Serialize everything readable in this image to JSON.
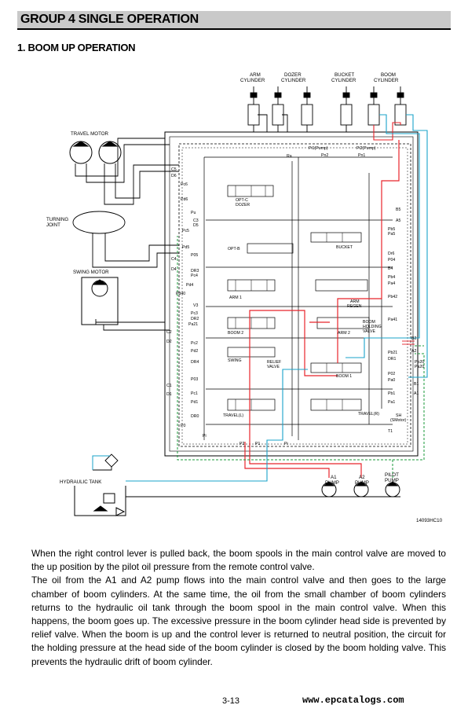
{
  "header": {
    "group_title": "GROUP  4  SINGLE OPERATION",
    "section_title": "1. BOOM UP OPERATION"
  },
  "diagram": {
    "labels": {
      "arm_cylinder": [
        "ARM",
        "CYLINDER"
      ],
      "dozer_cylinder": [
        "DOZER",
        "CYLINDER"
      ],
      "bucket_cylinder": [
        "BUCKET",
        "CYLINDER"
      ],
      "boom_cylinder": [
        "BOOM",
        "CYLINDER"
      ],
      "travel_motor": "TRAVEL MOTOR",
      "turning_joint": [
        "TURNING",
        "JOINT"
      ],
      "swing_motor": "SWING MOTOR",
      "hydraulic_tank": "HYDRAULIC TANK",
      "a1_pump": [
        "A1",
        "PUMP"
      ],
      "a2_pump": [
        "A2",
        "PUMP"
      ],
      "pilot_pump": [
        "PILOT",
        "PUMP"
      ],
      "figure_code": "14093HC10"
    },
    "valve_labels": {
      "opt_c_dozer": [
        "OPT-C",
        "DOZER"
      ],
      "opt_b": "OPT-B",
      "bucket": "BUCKET",
      "arm1": "ARM 1",
      "arm_regen": [
        "ARM",
        "REGEN"
      ],
      "boom2": "BOOM 2",
      "arm2": "ARM 2",
      "boom_holding_valve": [
        "BOOM",
        "HOLDING",
        "VALVE"
      ],
      "swing": "SWING",
      "relief_valve": [
        "RELIEF",
        "VALVE"
      ],
      "boom1": "BOOM 1",
      "travel_l": "TRAVEL(L)",
      "travel_r": "TRAVEL(R)",
      "sh_smotor": [
        "SH",
        "(SMotor)"
      ]
    },
    "port_labels": {
      "left": [
        "C5",
        "D6",
        "Pc6",
        "Pd6",
        "Pu",
        "C3",
        "D5",
        "Pc5",
        "Pd5",
        "P05",
        "C4",
        "D4",
        "DR3",
        "Pc4",
        "Pd4",
        "Pd40",
        "V3",
        "Pc3",
        "DR2",
        "Pa21",
        "C2",
        "D2",
        "Pc2",
        "Pd2",
        "DR4",
        "P03",
        "C1",
        "D1",
        "Pc1",
        "Pd1",
        "DR0",
        "P0",
        "Pi"
      ],
      "right": [
        "B5",
        "A5",
        "Pb5",
        "Pa5",
        "Dr6",
        "P04",
        "B4",
        "Pb4",
        "Pa4",
        "Pb42",
        "Pa41",
        "B2",
        "A2",
        "Pb21",
        "DR1",
        "Pb20",
        "Pa20",
        "P02",
        "Pa0",
        "B1",
        "A1",
        "Pb1",
        "Pa1",
        "T1"
      ],
      "top": [
        "Pi1(Pump)",
        "Pi2(Pump)",
        "Pn2",
        "Pn1",
        "Ra"
      ],
      "bottom": [
        "P2",
        "P1",
        "Pi"
      ]
    }
  },
  "description": [
    "When the right control lever is pulled back, the boom spools in the main control valve are moved to the up position by the pilot oil pressure from the remote control valve.",
    "The oil from the A1 and A2 pump flows into the main control valve and then goes to the large chamber of boom cylinders.  At the same time, the oil from the small chamber of boom cylinders returns to the hydraulic oil tank through the boom spool in the main control valve.  When this happens, the boom goes up.  The excessive pressure in the boom cylinder head side is prevented by relief valve.  When the boom is up and the control lever is returned to neutral position, the circuit for the holding pressure at the head side of the boom cylinder is closed by the boom holding valve.  This prevents the hydraulic drift of boom cylinder."
  ],
  "footer": {
    "page_number": "3-13",
    "site": "www.epcatalogs.com"
  },
  "colors": {
    "pressure_line": "#e8242b",
    "return_line": "#1aa3c9",
    "pilot_line": "#1a9a3a",
    "header_bar": "#c9c9c9"
  }
}
